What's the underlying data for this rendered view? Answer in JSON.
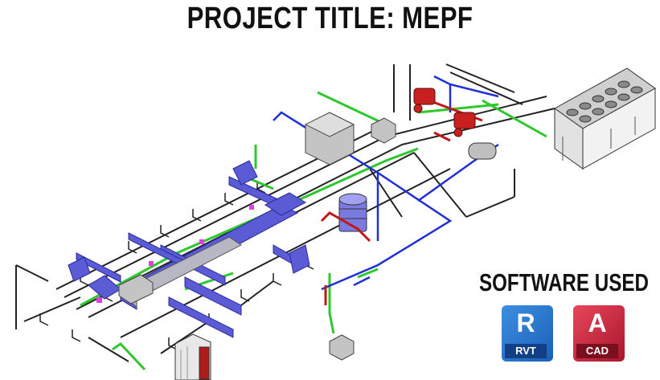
{
  "header": {
    "title": "PROJECT TITLE: MEPF"
  },
  "software": {
    "label": "SOFTWARE USED",
    "apps": [
      {
        "letter": "R",
        "code": "RVT",
        "color": "#2a74cc"
      },
      {
        "letter": "A",
        "code": "CAD",
        "color": "#c8213a"
      }
    ]
  },
  "colors": {
    "duct": "#3535c8",
    "water_pipe": "#2ec82e",
    "electrical": "#1f2fd6",
    "fire": "#c01818",
    "structure": "#222222"
  }
}
